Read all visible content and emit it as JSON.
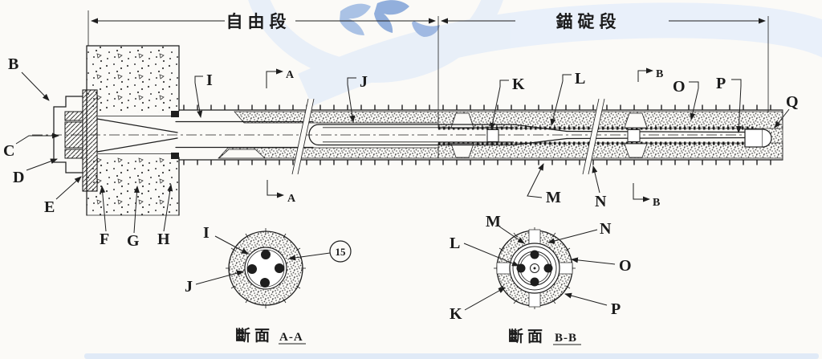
{
  "zones": {
    "free": "自由段",
    "anchorage": "錨碇段"
  },
  "labels": {
    "B": "B",
    "C": "C",
    "D": "D",
    "E": "E",
    "F": "F",
    "G": "G",
    "H": "H",
    "I": "I",
    "J": "J",
    "K": "K",
    "L": "L",
    "M": "M",
    "N": "N",
    "O": "O",
    "P": "P",
    "Q": "Q"
  },
  "balloon": {
    "value": "15"
  },
  "cut_markers": {
    "a": "A",
    "b": "B"
  },
  "sections": {
    "aa": {
      "title": "斷面",
      "ref": "A-A"
    },
    "bb": {
      "title": "斷面",
      "ref": "B-B"
    }
  },
  "colors": {
    "ink": "#1e1e1e",
    "paper": "#fbfaf7",
    "watermark": "#8fadd9"
  }
}
